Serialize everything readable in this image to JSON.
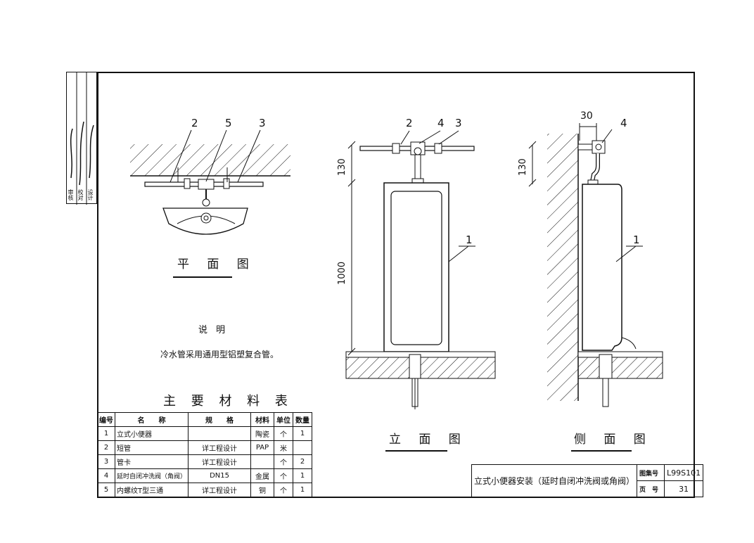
{
  "side_strip": {
    "labels": [
      "审核",
      "校对",
      "设计"
    ],
    "signatures": [
      "李敏",
      "朱平",
      "杨勇"
    ]
  },
  "plan": {
    "title": "平 面 图",
    "callouts": [
      "2",
      "5",
      "3"
    ]
  },
  "notes": {
    "heading": "说 明",
    "text": "冷水管采用通用型铝塑复合管。"
  },
  "elevation": {
    "title": "立 面 图",
    "callouts": [
      "2",
      "4",
      "3",
      "1"
    ],
    "dims": [
      "130",
      "1000"
    ]
  },
  "side_view": {
    "title": "侧 面 图",
    "callouts": [
      "30",
      "4",
      "1"
    ],
    "dims": [
      "130"
    ]
  },
  "materials": {
    "title": "主 要 材 料 表",
    "headers": [
      "编号",
      "名　　称",
      "规　　格",
      "材料",
      "单位",
      "数量"
    ],
    "rows": [
      [
        "1",
        "立式小便器",
        "",
        "陶瓷",
        "个",
        "1"
      ],
      [
        "2",
        "短管",
        "详工程设计",
        "PAP",
        "米",
        ""
      ],
      [
        "3",
        "管卡",
        "详工程设计",
        "",
        "个",
        "2"
      ],
      [
        "4",
        "延时自闭冲洗阀（角阀）",
        "DN15",
        "金属",
        "个",
        "1"
      ],
      [
        "5",
        "内螺纹T型三通",
        "详工程设计",
        "铜",
        "个",
        "1"
      ]
    ]
  },
  "title_block": {
    "drawing_title": "立式小便器安装（延时自闭冲洗阀或角阀）",
    "atlas_label": "图集号",
    "atlas_no": "L99S101",
    "page_label": "页　号",
    "page_no": "31"
  }
}
